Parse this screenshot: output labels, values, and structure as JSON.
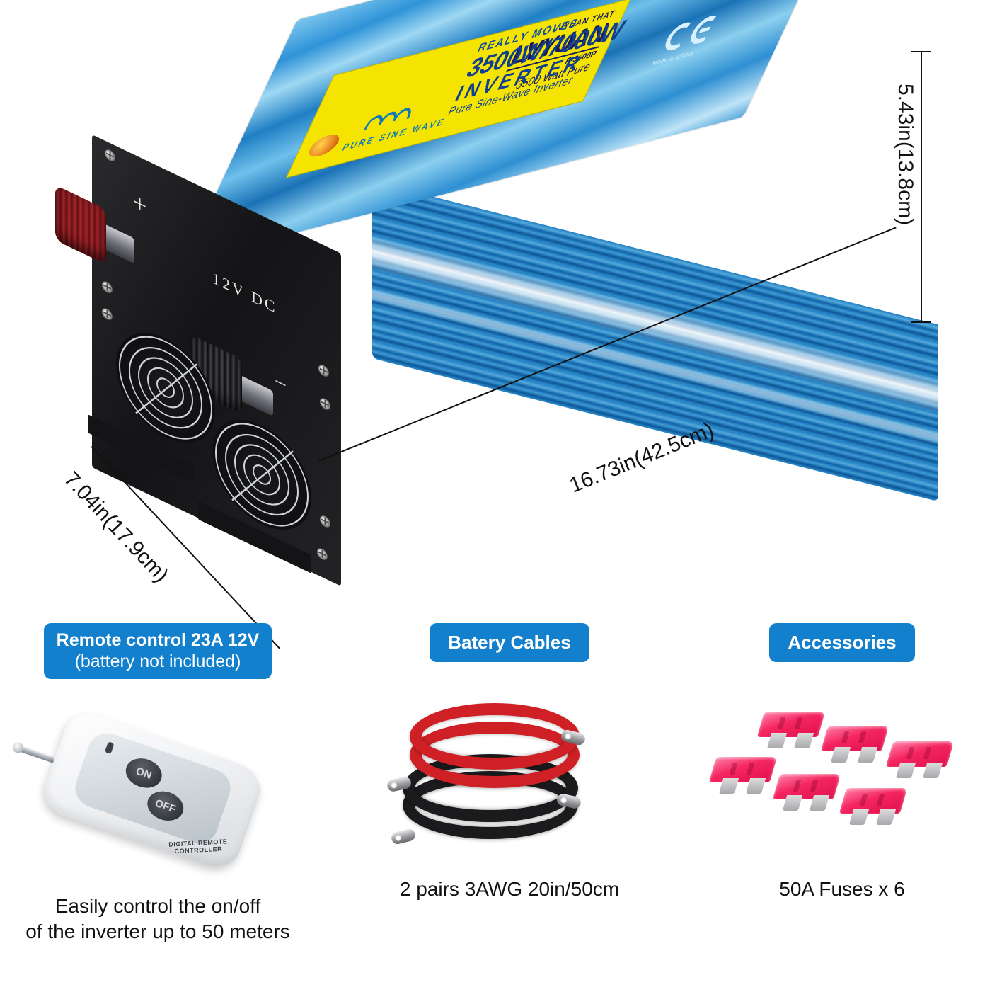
{
  "product": {
    "label": {
      "tagline": "LVYUAN THAT",
      "brand": "LVYUAN",
      "model": "P-3500P",
      "watt_line": "3500 Watt Pure",
      "pure_sine_wave": "PURE SINE WAVE"
    },
    "case_print": {
      "line1": "REALLY MOVES",
      "line2": "3500W/7000W",
      "line3": "INVERTER",
      "line4": "Pure Sine-Wave Inverter"
    },
    "ce_mark": {
      "symbol": "CE",
      "made_in": "Made in China"
    },
    "front_panel": {
      "voltage_label": "12V DC",
      "positive_symbol": "+",
      "negative_symbol": "−"
    }
  },
  "dimensions": {
    "height": "5.43in(13.8cm)",
    "length": "16.73in(42.5cm)",
    "depth": "7.04in(17.9cm)"
  },
  "accessories": [
    {
      "badge_line1": "Remote control 23A 12V",
      "badge_line2": "(battery not included)",
      "caption_line1": "Easily control the on/off",
      "caption_line2": "of the inverter up to 50 meters",
      "remote": {
        "on_label": "ON",
        "off_label": "OFF",
        "body_text_line1": "DIGITAL REMOTE",
        "body_text_line2": "CONTROLLER"
      }
    },
    {
      "badge_line1": "Batery Cables",
      "badge_line2": "",
      "caption_line1": "2 pairs 3AWG 20in/50cm",
      "caption_line2": ""
    },
    {
      "badge_line1": "Accessories",
      "badge_line2": "",
      "caption_line1": "50A Fuses x 6",
      "caption_line2": ""
    }
  ],
  "colors": {
    "badge_blue": "#1380CE",
    "case_blue": "#1F7FC4",
    "label_yellow": "#F5E400",
    "cable_red": "#CF2026",
    "cable_black": "#1B1B1D",
    "fuse_pink": "#F4255F"
  }
}
